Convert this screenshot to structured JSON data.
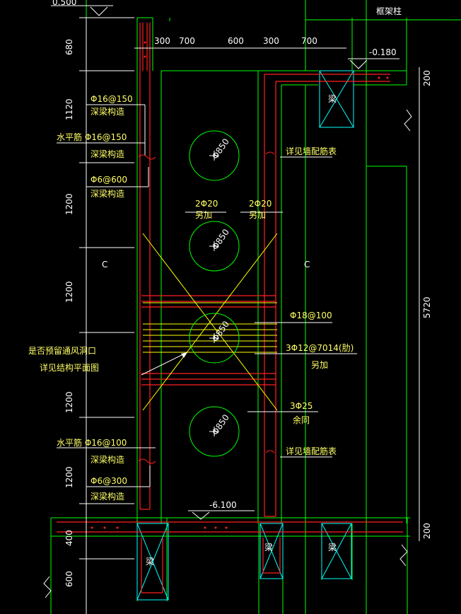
{
  "colors": {
    "background": "#000000",
    "dim": "#ffffff",
    "wall": "#00ff00",
    "rebar": "#ff0000",
    "cross": "#ffff00",
    "label": "#ffff66",
    "beam": "#00ffff"
  },
  "top_elevation": "0.500",
  "right_title": "框架柱",
  "top_dims": [
    "300",
    "700",
    "600",
    "300",
    "700"
  ],
  "elev_right_top": "-0.180",
  "elev_bottom": "-6.100",
  "left_dims": [
    "680",
    "1120",
    "1200",
    "1200",
    "1200",
    "1200",
    "400",
    "600"
  ],
  "right_dims": [
    "200",
    "5720",
    "200"
  ],
  "holes": [
    "Φ850",
    "Φ850",
    "Φ850",
    "Φ850"
  ],
  "section_marks": [
    "C",
    "C"
  ],
  "beam_label": "梁",
  "labels": {
    "l1a": "Φ16@150",
    "l1b": "深梁构造",
    "l2a": "水平筋 Φ16@150",
    "l2b": "深梁构造",
    "l3a": "Φ6@600",
    "l3b": "深梁构造",
    "r1": "详见墙配筋表",
    "add1a": "2Φ20",
    "add1b": "另加",
    "add2a": "2Φ20",
    "add2b": "另加",
    "r2": "Φ18@100",
    "r3a": "3Φ12@7014(肋)",
    "r3b": "另加",
    "note1": "是否预留通风洞口",
    "note2": "详见结构平面图",
    "r4a": "3Φ25",
    "r4b": "余同",
    "l4a": "水平筋 Φ16@100",
    "l4b": "深梁构造",
    "r5": "详见墙配筋表",
    "l5a": "Φ6@300",
    "l5b": "深梁构造"
  }
}
